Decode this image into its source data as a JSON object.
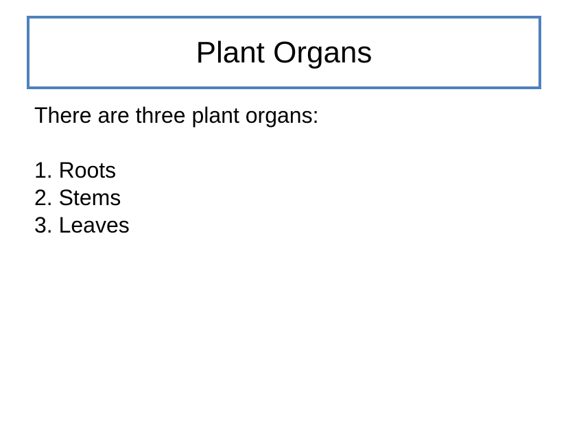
{
  "slide": {
    "title": "Plant Organs",
    "intro": "There are three plant organs:",
    "items": [
      "1. Roots",
      "2. Stems",
      "3. Leaves"
    ],
    "accent_color": "#4f81bd"
  }
}
